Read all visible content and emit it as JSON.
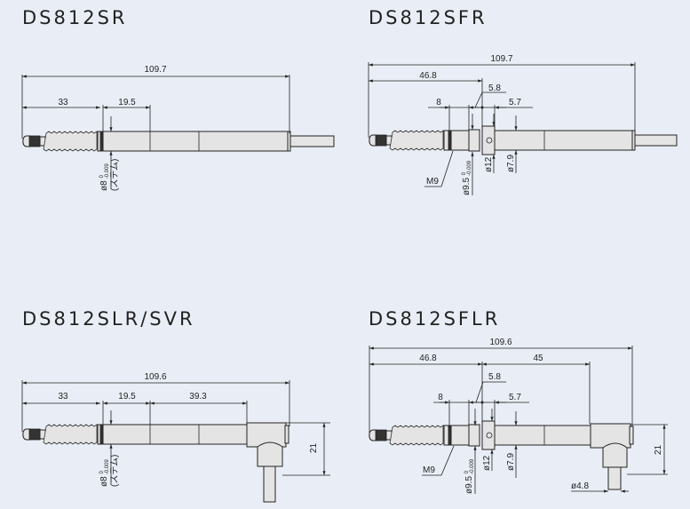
{
  "models": [
    {
      "title": "DS812SR",
      "dims": {
        "total": "109.7",
        "a": "33",
        "b": "19.5",
        "stem": "ø8 ",
        "stem_tol_top": "0",
        "stem_tol_bot": "-0.009",
        "stem_note": "(ステム)"
      }
    },
    {
      "title": "DS812SFR",
      "dims": {
        "total": "109.7",
        "a": "46.8",
        "b": "8",
        "c": "5.8",
        "d": "5.7",
        "thread": "M9",
        "d1": "ø9.5 ",
        "d1_tol_top": "0",
        "d1_tol_bot": "-0.009",
        "d2": "ø12",
        "d3": "ø7.9"
      }
    },
    {
      "title": "DS812SLR/SVR",
      "dims": {
        "total": "109.6",
        "a": "33",
        "b": "19.5",
        "c": "39.3",
        "h": "21",
        "stem": "ø8 ",
        "stem_tol_top": "0",
        "stem_tol_bot": "-0.009",
        "stem_note": "(ステム)"
      }
    },
    {
      "title": "DS812SFLR",
      "dims": {
        "total": "109.6",
        "a": "46.8",
        "e": "45",
        "b": "8",
        "c": "5.8",
        "d": "5.7",
        "thread": "M9",
        "d1": "ø9.5 ",
        "d1_tol_top": "0",
        "d1_tol_bot": "-0.009",
        "d2": "ø12",
        "d3": "ø7.9",
        "h": "21",
        "cable": "ø4.8"
      }
    }
  ]
}
